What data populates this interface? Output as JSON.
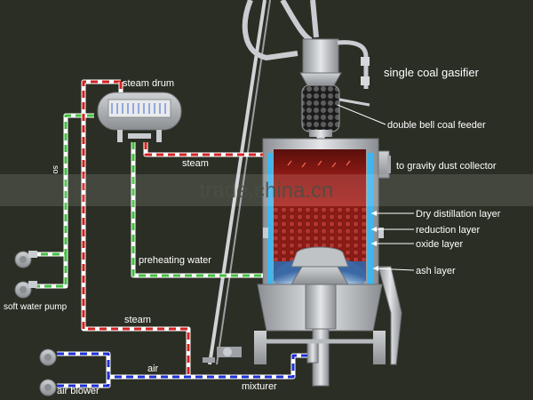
{
  "diagram": {
    "title": "single coal gasifier",
    "labels": {
      "steam_drum": "steam drum",
      "steam_top": "steam",
      "steam_bottom": "steam",
      "preheating_water": "preheating water",
      "soft_water_pump": "soft water pump",
      "air": "air",
      "air_blower": "air blower",
      "mixturer": "mixturer",
      "double_bell_coal_feeder": "double bell coal feeder",
      "to_gravity_dust_collector": "to gravity dust collector",
      "dry_distillation_layer": "Dry distillation layer",
      "reduction_layer": "reduction layer",
      "oxide_layer": "oxide layer",
      "ash_layer": "ash layer",
      "pipe_letters_left": "so"
    },
    "watermark": "trade.china.cn",
    "colors": {
      "background": "#2b2e24",
      "steam_pipe_red": "#d42020",
      "water_pipe_green": "#3fbf3f",
      "air_pipe_blue": "#1c2fd6",
      "furnace_red": "#8a1712",
      "jacket_cyan": "#3fb6ee",
      "metal_gray": "#b8bcbf"
    }
  }
}
